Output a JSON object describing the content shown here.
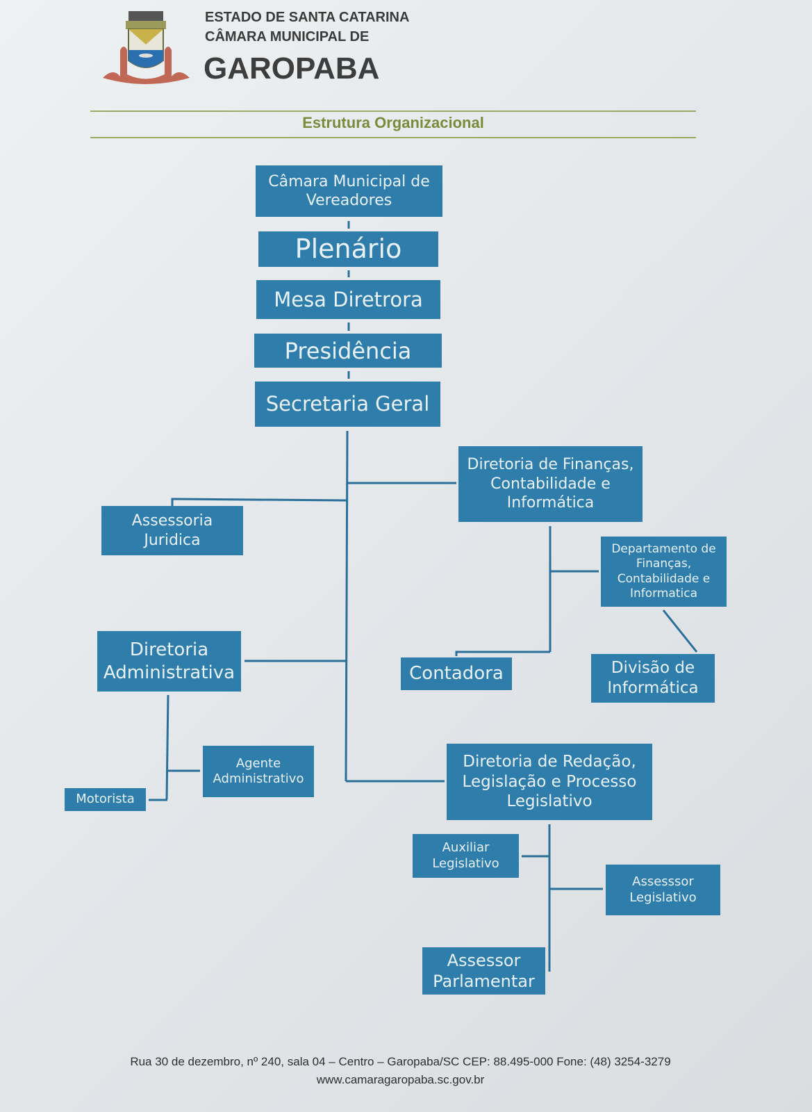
{
  "header": {
    "line1": "ESTADO DE SANTA CATARINA",
    "line2": "CÂMARA MUNICIPAL DE",
    "line3": "GAROPABA",
    "section_title": "Estrutura Organizacional"
  },
  "org": {
    "camara": "Câmara Municipal de Vereadores",
    "plenario": "Plenário",
    "mesa": "Mesa Diretrora",
    "presidencia": "Presidência",
    "secretaria": "Secretaria Geral",
    "dir_financas": "Diretoria de Finanças, Contabilidade e Informática",
    "assessoria_juridica": "Assessoria Juridica",
    "dept_financas": "Departamento de Finanças, Contabilidade e Informatica",
    "dir_administrativa": "Diretoria Administrativa",
    "contadora": "Contadora",
    "divisao_informatica": "Divisão de Informática",
    "agente_administrativo": "Agente Administrativo",
    "motorista": "Motorista",
    "dir_redacao": "Diretoria de Redação, Legislação e Processo Legislativo",
    "auxiliar_legislativo": "Auxiliar Legislativo",
    "assessor_legislativo": "Assesssor Legislativo",
    "assessor_parlamentar": "Assessor Parlamentar"
  },
  "footer": {
    "address": "Rua 30 de dezembro, nº 240, sala 04 – Centro – Garopaba/SC CEP: 88.495-000 Fone: (48) 3254-3279",
    "website": "www.camaragaropaba.sc.gov.br"
  },
  "colors": {
    "box": "#2f7dab",
    "rule": "#9aaa62"
  }
}
